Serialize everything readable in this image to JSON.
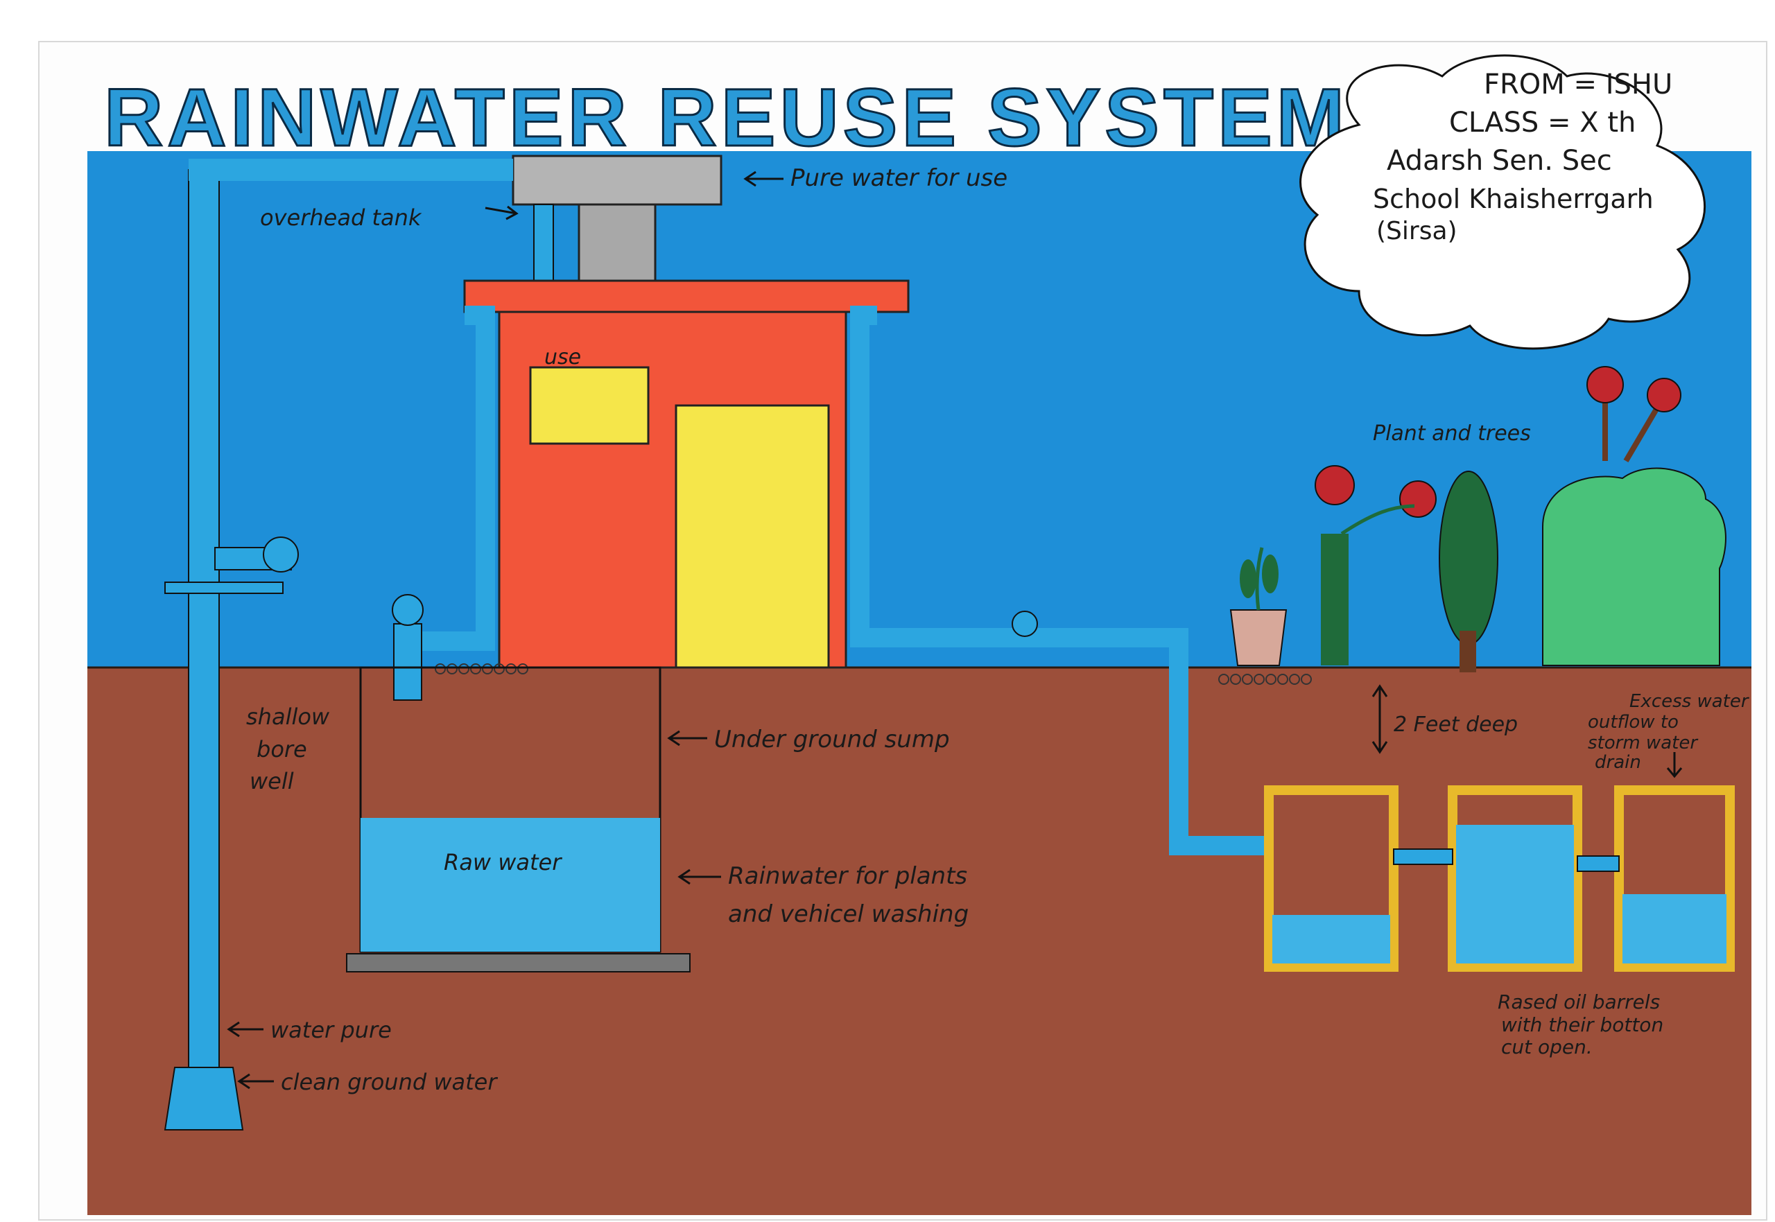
{
  "title": "RAINWATER REUSE SYSTEM",
  "credit": {
    "line1": "FROM = ISHU",
    "line2": "CLASS = X th",
    "line3": "Adarsh Sen. Sec",
    "line4": "School Khaisherrgarh",
    "line5": "(Sirsa)"
  },
  "labels": {
    "pure_water": "Pure water for use",
    "overhead_tank": "overhead tank",
    "use": "use",
    "shallow_bore_well": [
      "shallow",
      "bore",
      "well"
    ],
    "underground_sump": "Under ground sump",
    "raw_water": "Raw water",
    "rainwater_plants": [
      "Rainwater for plants",
      "and vehicel washing"
    ],
    "water_pure": "water pure",
    "clean_ground_water": "clean ground water",
    "plant_and_trees": "Plant and trees",
    "two_feet_deep": "2 Feet deep",
    "excess_water": [
      "Excess water",
      "outflow to",
      "storm water",
      "drain"
    ],
    "barrels": [
      "Rased oil barrels",
      "with their botton",
      "cut open."
    ]
  },
  "colors": {
    "sky": "#1e8fd8",
    "soil": "#9c4f3a",
    "house_wall": "#f2553a",
    "window_door": "#f5e64a",
    "pipe": "#2ca6e0",
    "tank": "#b4b4b4",
    "barrel_rim": "#e8b92b",
    "water": "#3fb3e6",
    "tree_dark": "#1f6b3a",
    "bush": "#49c27a"
  }
}
